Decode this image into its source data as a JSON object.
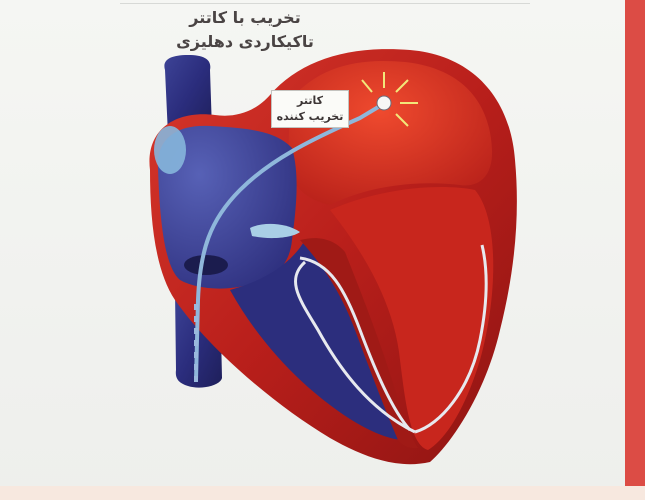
{
  "title": {
    "line1": "تخریب با کاتتر",
    "line2": "تاکیکاردی دهلیزی"
  },
  "callout": {
    "line1": "کاتتر",
    "line2": "تخریب کننده"
  },
  "colors": {
    "heart_red": "#b81f1a",
    "heart_red_light": "#e04a2c",
    "heart_blue": "#2b2c7a",
    "heart_blue_light": "#4c56ad",
    "catheter": "#8fb7db",
    "border": "#dc4c45"
  }
}
